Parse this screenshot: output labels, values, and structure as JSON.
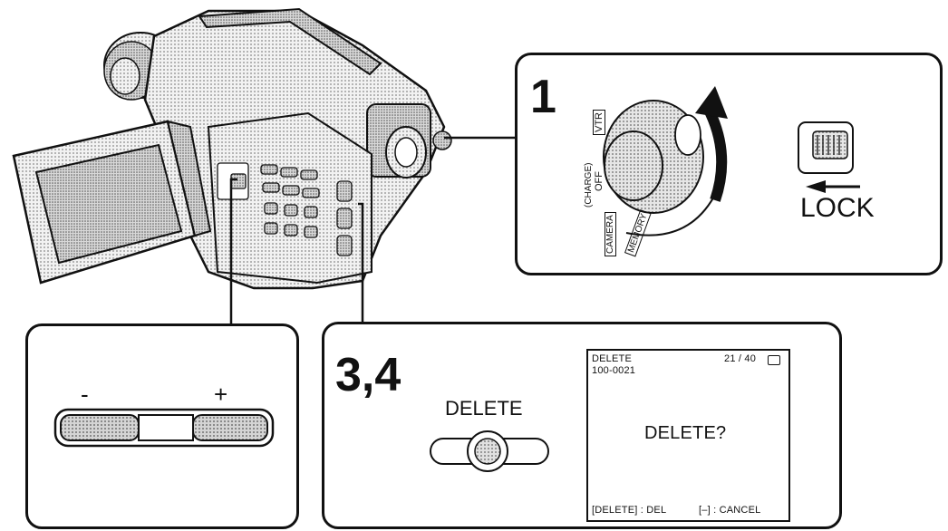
{
  "panel1": {
    "step": "1",
    "lock_label": "LOCK",
    "dial_labels": {
      "vtr": "VTR",
      "off": "OFF",
      "charge": "(CHARGE)",
      "memory": "MEMORY",
      "camera": "CAMERA"
    }
  },
  "panel_buttons": {
    "minus": "-",
    "plus": "+"
  },
  "panel34": {
    "step": "3,4",
    "button_label": "DELETE"
  },
  "screen": {
    "title": "DELETE",
    "counter": "21 / 40",
    "file_no": "100-0021",
    "prompt": "DELETE?",
    "footer_left": "[DELETE] : DEL",
    "footer_right": "[–] : CANCEL"
  },
  "colors": {
    "line": "#111111",
    "screen": "#dcdcdc"
  }
}
